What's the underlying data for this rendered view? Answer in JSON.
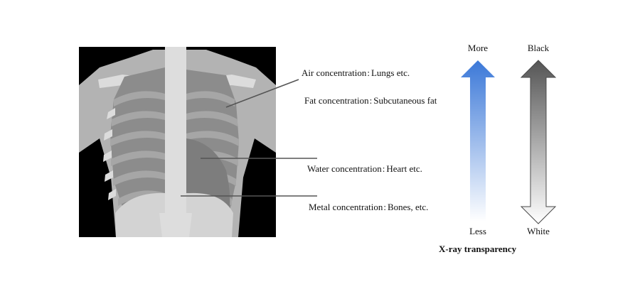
{
  "labels": {
    "air": {
      "name": "Air concentration",
      "example": "Lungs etc."
    },
    "fat": {
      "name": "Fat concentration",
      "example": "Subcutaneous fat"
    },
    "water": {
      "name": "Water concentration",
      "example": "Heart etc."
    },
    "metal": {
      "name": "Metal concentration",
      "example": "Bones, etc."
    },
    "separator": ":"
  },
  "transparency_arrow": {
    "top": "More",
    "bottom": "Less",
    "color": "#3b78d8"
  },
  "brightness_arrow": {
    "top": "Black",
    "bottom": "White",
    "color": "#555555"
  },
  "caption": "X-ray transparency",
  "colors": {
    "background_black": "#000000",
    "soft_tissue": "#b3b3b3",
    "lung": "#8c8c8c",
    "bone": "#d9d9d9",
    "leader_line": "#555555"
  }
}
